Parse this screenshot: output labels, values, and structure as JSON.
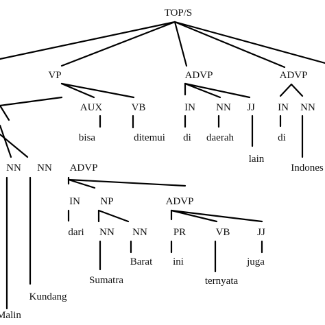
{
  "tree": {
    "nodes": [
      {
        "id": "top",
        "label": "TOP/S"
      },
      {
        "id": "vp",
        "label": "VP"
      },
      {
        "id": "advp1",
        "label": "ADVP"
      },
      {
        "id": "advp2",
        "label": "ADVP"
      },
      {
        "id": "aux",
        "label": "AUX"
      },
      {
        "id": "vb1",
        "label": "VB"
      },
      {
        "id": "in1",
        "label": "IN"
      },
      {
        "id": "nn1",
        "label": "NN"
      },
      {
        "id": "jj1",
        "label": "JJ"
      },
      {
        "id": "in2",
        "label": "IN"
      },
      {
        "id": "nn2",
        "label": "NN"
      },
      {
        "id": "w_bisa",
        "label": "bisa"
      },
      {
        "id": "w_ditemui",
        "label": "ditemui"
      },
      {
        "id": "w_di1",
        "label": "di"
      },
      {
        "id": "w_daerah",
        "label": "daerah"
      },
      {
        "id": "w_lain",
        "label": "lain"
      },
      {
        "id": "w_di2",
        "label": "di"
      },
      {
        "id": "w_indones",
        "label": "Indones"
      },
      {
        "id": "nn3",
        "label": "NN"
      },
      {
        "id": "nn4",
        "label": "NN"
      },
      {
        "id": "advp3",
        "label": "ADVP"
      },
      {
        "id": "in3",
        "label": "IN"
      },
      {
        "id": "np",
        "label": "NP"
      },
      {
        "id": "advp4",
        "label": "ADVP"
      },
      {
        "id": "w_dari",
        "label": "dari"
      },
      {
        "id": "nn5",
        "label": "NN"
      },
      {
        "id": "nn6",
        "label": "NN"
      },
      {
        "id": "pr",
        "label": "PR"
      },
      {
        "id": "vb2",
        "label": "VB"
      },
      {
        "id": "jj2",
        "label": "JJ"
      },
      {
        "id": "w_sumatra",
        "label": "Sumatra"
      },
      {
        "id": "w_barat",
        "label": "Barat"
      },
      {
        "id": "w_ini",
        "label": "ini"
      },
      {
        "id": "w_ternyata",
        "label": "ternyata"
      },
      {
        "id": "w_juga",
        "label": "juga"
      },
      {
        "id": "w_kundang",
        "label": "Kundang"
      },
      {
        "id": "w_malin",
        "label": "Malin"
      }
    ]
  }
}
